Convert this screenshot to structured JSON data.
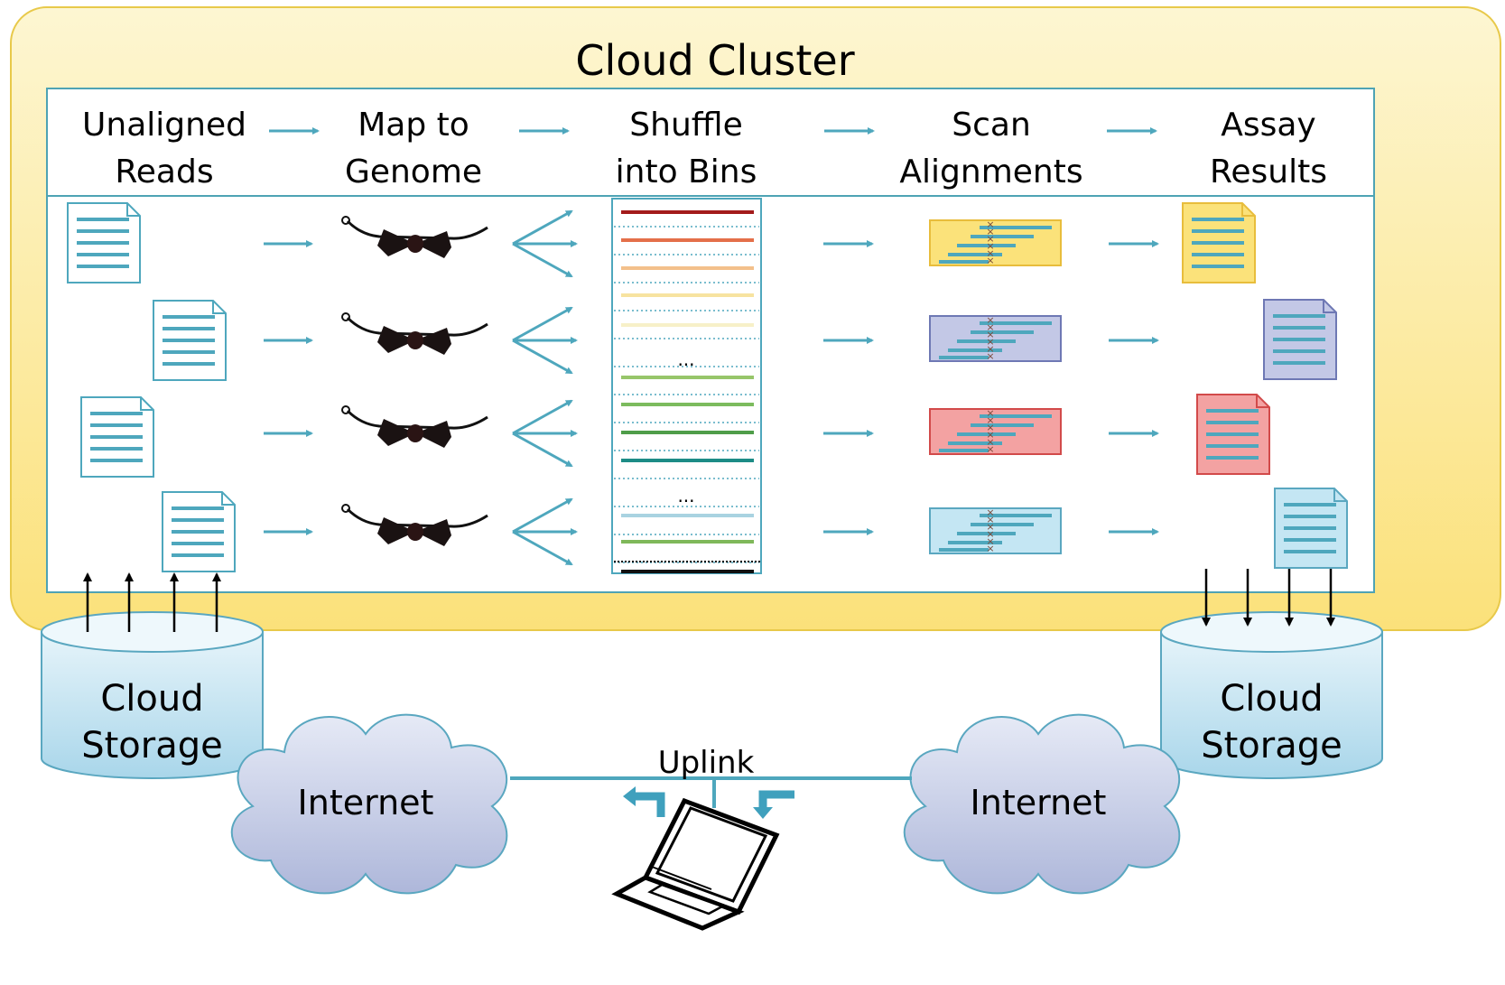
{
  "title": "Cloud Cluster",
  "stages": [
    [
      "Unaligned",
      "Reads"
    ],
    [
      "Map to",
      "Genome"
    ],
    [
      "Shuffle",
      "into Bins"
    ],
    [
      "Scan",
      "Alignments"
    ],
    [
      "Assay",
      "Results"
    ]
  ],
  "bin_ellipsis": "...",
  "storage_left": [
    "Cloud",
    "Storage"
  ],
  "storage_right": [
    "Cloud",
    "Storage"
  ],
  "internet_left": "Internet",
  "internet_right": "Internet",
  "uplink": "Uplink",
  "colors": {
    "cluster_fill_top": "#fdf6d2",
    "cluster_fill_bottom": "#fbe17a",
    "cluster_border": "#e8c94a",
    "panel_border": "#4ea3b4",
    "teal": "#4ea7bd",
    "storage_top": "#e6f4fa",
    "storage_bottom": "#a9d6ea",
    "storage_border": "#5aa7c0",
    "cloud_top": "#e6eaf6",
    "cloud_bottom": "#aeb7da",
    "cloud_border": "#5aa7c0"
  },
  "rows": [
    {
      "result_fill": "#fbe27a",
      "result_border": "#e8bd3c"
    },
    {
      "result_fill": "#c3c8e6",
      "result_border": "#6e78b4"
    },
    {
      "result_fill": "#f3a2a2",
      "result_border": "#d24a4a"
    },
    {
      "result_fill": "#c4e6f3",
      "result_border": "#5aa7c0"
    }
  ],
  "bin_lines": [
    "#a31b1b",
    "#e46f4a",
    "#f3c08b",
    "#f7e3a0",
    "#f7f0c8",
    "#97c66a",
    "#7cbb5e",
    "#4f9d49",
    "#1d8c86",
    "#a9d3e1",
    "#7fb85a",
    "#111111"
  ]
}
